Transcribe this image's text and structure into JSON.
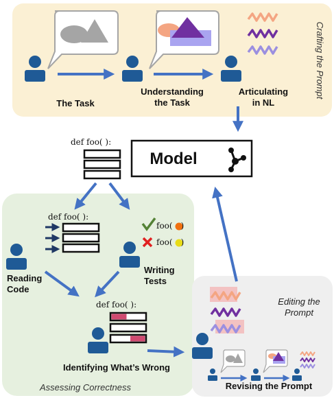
{
  "crafting": {
    "title": "Crafting the Prompt",
    "steps": [
      "The Task",
      "Understanding the Task",
      "Articulating in NL"
    ]
  },
  "model": {
    "label": "Model",
    "code": "def foo( ):"
  },
  "assessing": {
    "title": "Assessing Correctness",
    "reading_code": "Reading Code",
    "writing_tests": "Writing Tests",
    "identifying": "Identifying What’s Wrong",
    "code1": "def foo( ):",
    "code2": "def foo( ):",
    "test1": "foo(",
    "test1_close": ")",
    "test2": "foo(",
    "test2_close": ")"
  },
  "editing": {
    "title": "Editing the Prompt",
    "revising": "Revising the Prompt"
  },
  "colors": {
    "crafting_bg": "#fbf0d4",
    "assessing_bg": "#e6f0df",
    "editing_bg": "#efefef",
    "user_blue": "#1f5a96",
    "arrow_blue": "#4472c4",
    "purple": "#7030a0",
    "orange": "#f4a582",
    "lavender": "#9b8fe0",
    "error_red": "#d04a70"
  }
}
